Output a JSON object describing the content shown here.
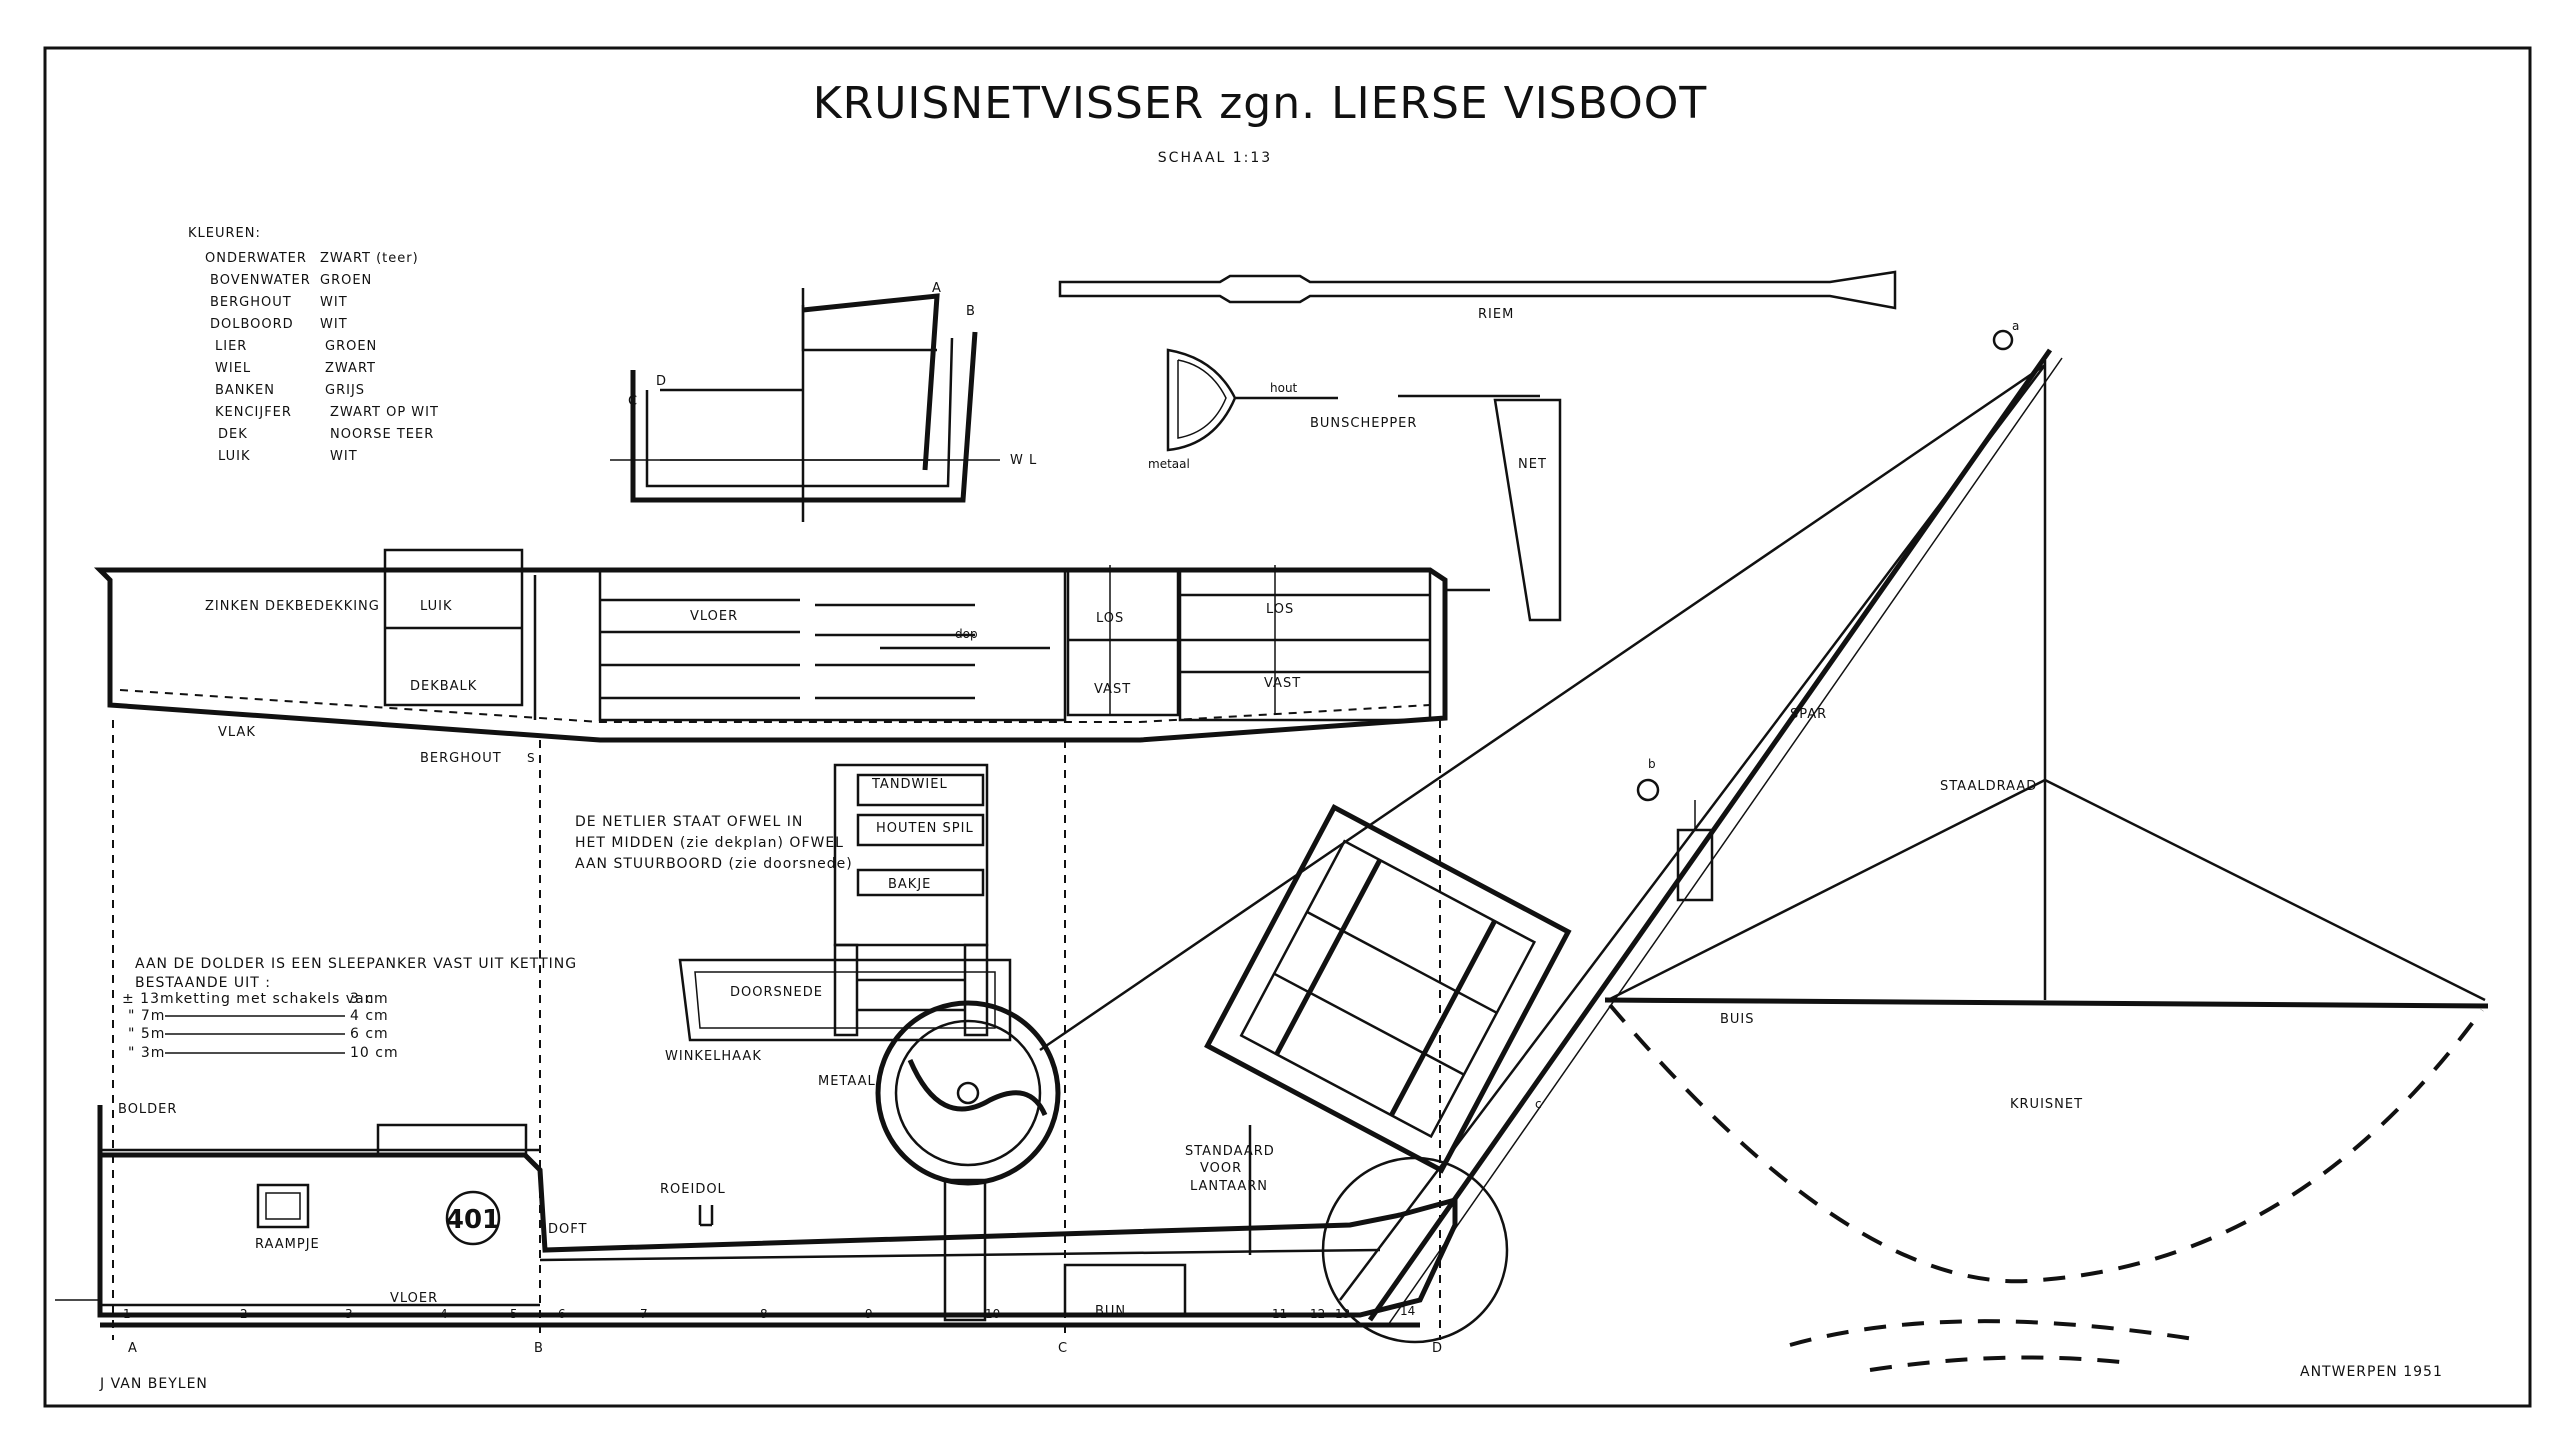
{
  "title": "KRUISNETVISSER zgn. LIERSE VISBOOT",
  "scale": "SCHAAL  1:13",
  "author": "J  VAN  BEYLEN",
  "place_date": "ANTWERPEN   1951",
  "colors": {
    "heading": "KLEUREN:",
    "rows": [
      {
        "part": "ONDERWATER",
        "color": "ZWART (teer)"
      },
      {
        "part": "BOVENWATER",
        "color": "GROEN"
      },
      {
        "part": "BERGHOUT",
        "color": "WIT"
      },
      {
        "part": "DOLBOORD",
        "color": "WIT"
      },
      {
        "part": "LIER",
        "color": "GROEN"
      },
      {
        "part": "WIEL",
        "color": "ZWART"
      },
      {
        "part": "BANKEN",
        "color": "GRIJS"
      },
      {
        "part": "KENCIJFER",
        "color": "ZWART OP WIT"
      },
      {
        "part": "DEK",
        "color": "NOORSE TEER"
      },
      {
        "part": "LUIK",
        "color": "WIT"
      }
    ]
  },
  "section": {
    "A": "A",
    "B": "B",
    "C": "C",
    "D": "D",
    "wl": "W L"
  },
  "tools": {
    "riem": "RIEM",
    "hout": "hout",
    "metaal": "metaal",
    "bunschepper": "BUNSCHEPPER",
    "net": "NET"
  },
  "plan_labels": {
    "zinken": "ZINKEN  DEKBEDEKKING",
    "luik": "LUIK",
    "dekbalk": "DEKBALK",
    "vloer": "VLOER",
    "dop": "dop",
    "los1": "LOS",
    "vast1": "VAST",
    "los2": "LOS",
    "vast2": "VAST",
    "vlak": "VLAK",
    "berghout": "BERGHOUT",
    "s": "S"
  },
  "winch": {
    "tandwiel": "TANDWIEL",
    "houten_spil": "HOUTEN SPIL",
    "bakje": "BAKJE",
    "doorsnede": "DOORSNEDE",
    "winkelhaak": "WINKELHAAK",
    "metaal": "METAAL"
  },
  "note_netlier": [
    "DE  NETLIER  STAAT  OFWEL  IN",
    "HET  MIDDEN (zie dekplan) OFWEL",
    "AAN  STUURBOORD (zie doorsnede)"
  ],
  "anchor_note": {
    "lines": [
      "AAN  DE  DOLDER  IS  EEN  SLEEPANKER  VAST  UIT  KETTING",
      "BESTAANDE  UIT :"
    ],
    "rows": [
      {
        "length": "± 13m",
        "text": "ketting  met  schakels  van",
        "size": "3 cm"
      },
      {
        "length": "\" 7m",
        "text": "",
        "size": "4 cm"
      },
      {
        "length": "\" 5m",
        "text": "",
        "size": "6 cm"
      },
      {
        "length": "\" 3m",
        "text": "",
        "size": "10 cm"
      }
    ]
  },
  "side": {
    "bolder": "BOLDER",
    "raampje": "RAAMPJE",
    "vloer": "VLOER",
    "reg_number": "401",
    "doft": "DOFT",
    "roeidol": "ROEIDOL",
    "bun": "BUN",
    "standaard": [
      "STANDAARD",
      "VOOR",
      "LANTAARN"
    ],
    "stations": [
      "A",
      "B",
      "C",
      "D"
    ],
    "frames": [
      "1",
      "2",
      "3",
      "4",
      "5",
      "6",
      "7",
      "8",
      "9",
      "10",
      "11",
      "12",
      "13",
      "14"
    ]
  },
  "rig": {
    "spar": "SPAR",
    "staaldraad": "STAALDRAAD",
    "buis": "BUIS",
    "kruisnet": "KRUISNET",
    "ref_a": "a",
    "ref_b": "b",
    "ref_c": "c"
  }
}
